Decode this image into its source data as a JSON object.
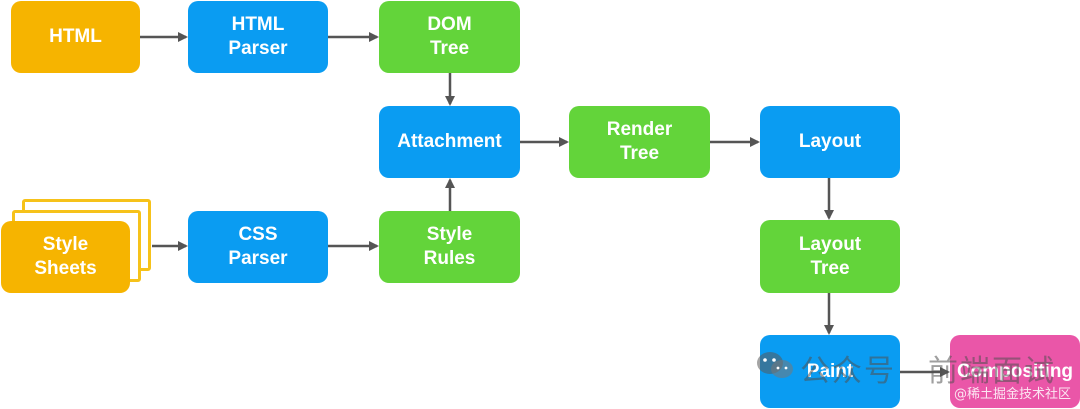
{
  "colors": {
    "input": "#f6b400",
    "process": "#0a9cf2",
    "structure": "#63d43a",
    "final": "#ea56a8",
    "arrow": "#555555"
  },
  "nodes": {
    "html": {
      "lines": [
        "HTML"
      ]
    },
    "html_parser": {
      "lines": [
        "HTML",
        "Parser"
      ]
    },
    "dom_tree": {
      "lines": [
        "DOM",
        "Tree"
      ]
    },
    "attachment": {
      "lines": [
        "Attachment"
      ]
    },
    "render_tree": {
      "lines": [
        "Render",
        "Tree"
      ]
    },
    "layout": {
      "lines": [
        "Layout"
      ]
    },
    "style_sheets": {
      "lines": [
        "Style",
        "Sheets"
      ]
    },
    "css_parser": {
      "lines": [
        "CSS",
        "Parser"
      ]
    },
    "style_rules": {
      "lines": [
        "Style",
        "Rules"
      ]
    },
    "layout_tree": {
      "lines": [
        "Layout",
        "Tree"
      ]
    },
    "paint": {
      "lines": [
        "Paint"
      ]
    },
    "compositing": {
      "lines": [
        "Compositing"
      ]
    }
  },
  "watermark": {
    "account": "公众号",
    "title": "前端面试",
    "source": "@稀土掘金技术社区"
  }
}
